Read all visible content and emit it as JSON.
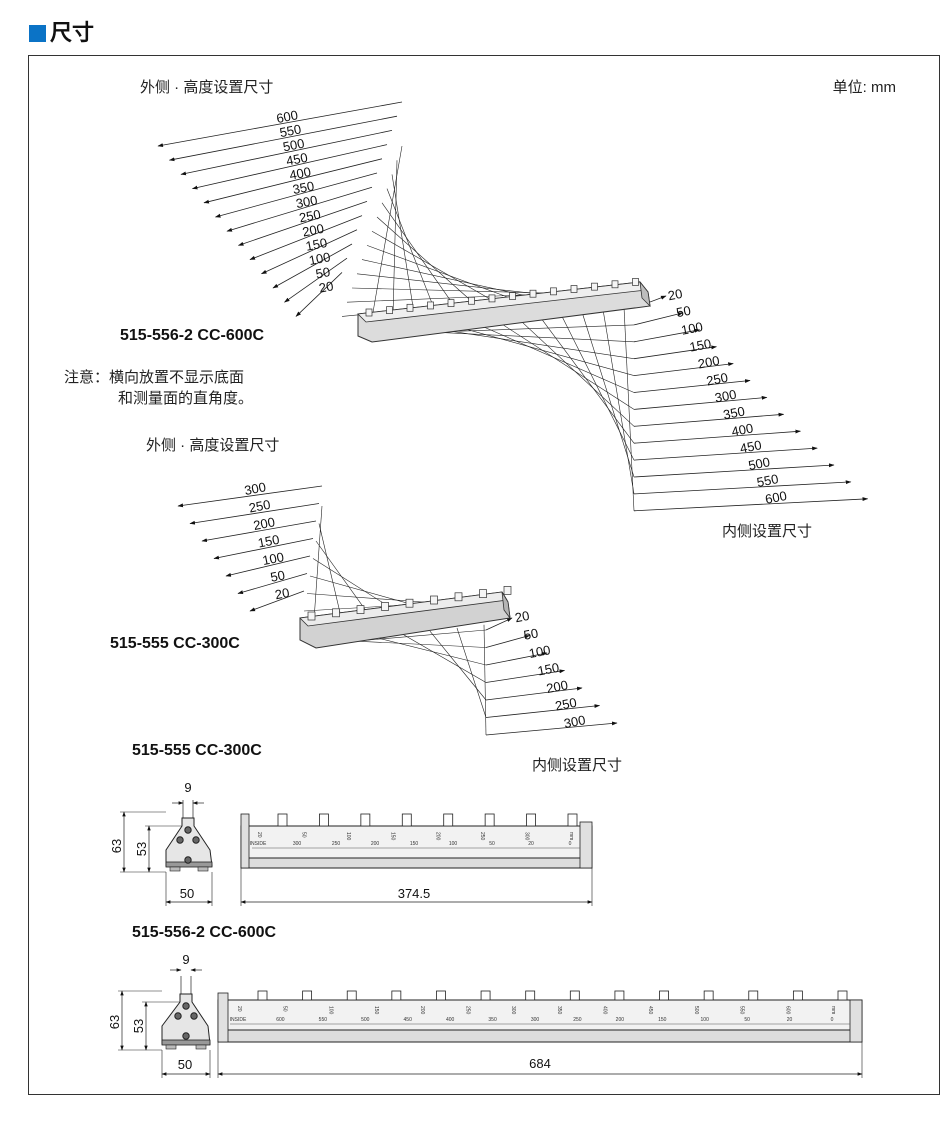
{
  "section": {
    "title": "尺寸",
    "unit": "单位: mm"
  },
  "figure1": {
    "outer_label": "外侧 · 高度设置尺寸",
    "inner_label": "内侧设置尺寸",
    "model": "515-556-2   CC-600C",
    "note_line1": "注意：横向放置不显示底面",
    "note_line2": "和测量面的直角度。",
    "outer_values": [
      "600",
      "550",
      "500",
      "450",
      "400",
      "350",
      "300",
      "250",
      "200",
      "150",
      "100",
      "50",
      "20"
    ],
    "inner_values": [
      "20",
      "50",
      "100",
      "150",
      "200",
      "250",
      "300",
      "350",
      "400",
      "450",
      "500",
      "550",
      "600"
    ]
  },
  "figure2": {
    "outer_label": "外侧 · 高度设置尺寸",
    "inner_label": "内侧设置尺寸",
    "model": "515-555   CC-300C",
    "outer_values": [
      "300",
      "250",
      "200",
      "150",
      "100",
      "50",
      "20"
    ],
    "inner_values": [
      "20",
      "50",
      "100",
      "150",
      "200",
      "250",
      "300"
    ]
  },
  "drawing1": {
    "model": "515-555   CC-300C",
    "dims": {
      "w_top": "9",
      "h_total": "63",
      "h_inner": "53",
      "w_base": "50",
      "length": "374.5"
    },
    "scale_top": [
      "20",
      "50",
      "100",
      "150",
      "200",
      "250",
      "300",
      "mm"
    ],
    "scale_bottom": [
      "INSIDE",
      "300",
      "250",
      "200",
      "150",
      "100",
      "50",
      "20",
      "0"
    ]
  },
  "drawing2": {
    "model": "515-556-2   CC-600C",
    "dims": {
      "w_top": "9",
      "h_total": "63",
      "h_inner": "53",
      "w_base": "50",
      "length": "684"
    },
    "scale_top": [
      "20",
      "50",
      "100",
      "150",
      "200",
      "250",
      "300",
      "350",
      "400",
      "450",
      "500",
      "550",
      "600",
      "mm"
    ],
    "scale_bottom": [
      "INSIDE",
      "600",
      "550",
      "500",
      "450",
      "400",
      "350",
      "300",
      "250",
      "200",
      "150",
      "100",
      "50",
      "20",
      "0"
    ]
  }
}
